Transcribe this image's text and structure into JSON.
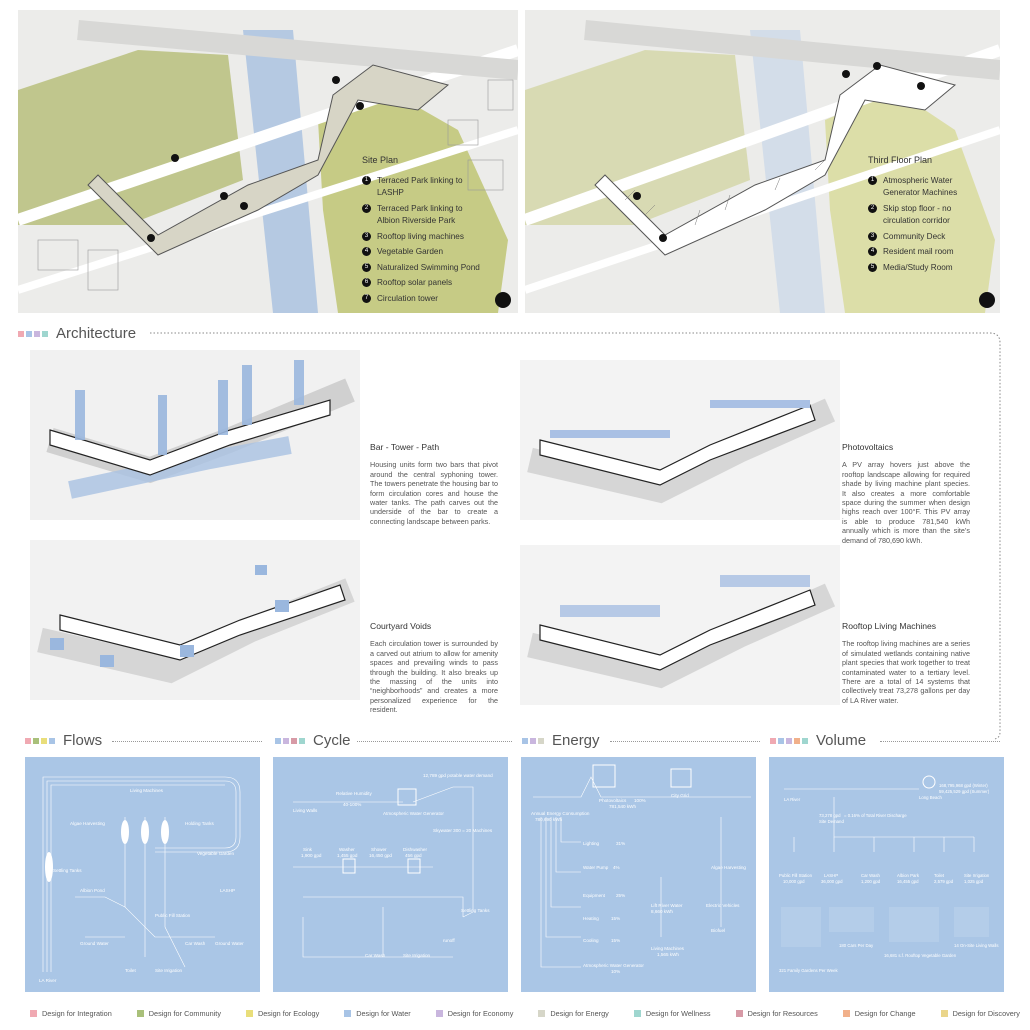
{
  "site_plan": {
    "title": "Site Plan",
    "items": [
      {
        "n": "1",
        "text": "Terraced Park linking to LASHP"
      },
      {
        "n": "2",
        "text": "Terraced Park linking to Albion Riverside Park"
      },
      {
        "n": "3",
        "text": "Rooftop living machines"
      },
      {
        "n": "4",
        "text": "Vegetable Garden"
      },
      {
        "n": "5",
        "text": "Naturalized Swimming Pond"
      },
      {
        "n": "6",
        "text": "Rooftop solar panels"
      },
      {
        "n": "7",
        "text": "Circulation tower"
      }
    ]
  },
  "third_floor": {
    "title": "Third Floor Plan",
    "items": [
      {
        "n": "1",
        "text": "Atmospheric Water Generator Machines"
      },
      {
        "n": "2",
        "text": "Skip stop floor - no circulation corridor"
      },
      {
        "n": "3",
        "text": "Community Deck"
      },
      {
        "n": "4",
        "text": "Resident mail room"
      },
      {
        "n": "5",
        "text": "Media/Study Room"
      }
    ]
  },
  "sections": {
    "architecture": "Architecture",
    "flows": "Flows",
    "cycle": "Cycle",
    "energy": "Energy",
    "volume": "Volume"
  },
  "architecture": {
    "bar_tower": {
      "title": "Bar - Tower - Path",
      "body": "Housing units form two bars that pivot around the central syphoning tower. The towers penetrate the housing bar to form circulation cores and house the water tanks. The path carves out the underside of the bar to create a connecting landscape between parks."
    },
    "photovoltaics": {
      "title": "Photovoltaics",
      "body": "A PV array hovers just above the rooftop landscape allowing for required shade by living machine plant species. It also creates a more comfortable space during the summer when design highs reach over 100°F. This PV array is able to produce 781,540 kWh annually which is more than the site’s demand of 780,690 kWh."
    },
    "courtyard": {
      "title": "Courtyard Voids",
      "body": "Each circulation tower is surrounded by a carved out atrium to allow for amenity spaces and prevailing winds to pass through the building. It also breaks up the massing of the units into “neighborhoods” and creates a more personalized experience for the resident."
    },
    "rooftop": {
      "title": "Rooftop Living Machines",
      "body": "The rooftop living machines are a series of simulated wetlands containing native plant species that work together to treat contaminated water to a tertiary level. There are a total of 14 systems that collectively treat 73,278 gallons per day of LA River water."
    }
  },
  "flows": {
    "labels": [
      "Living Machines",
      "Algae Harvesting",
      "Holding Tanks",
      "Vegetable Garden",
      "Settling Tanks",
      "Albion Pond",
      "LASHP",
      "Public Fill Station",
      "Car Wash",
      "Ground Water",
      "Ground Water",
      "Toilet",
      "Site Irrigation",
      "LA River"
    ]
  },
  "cycle": {
    "labels": [
      "Living Walls",
      "Relative Humidity",
      "40-100%",
      "Atmospheric Water Generator",
      "12,789 gpd potable water demand",
      "Skywater 300 = 20 Machines",
      "Sink",
      "1,900 gpd",
      "Washer",
      "1,455 gpd",
      "Shower",
      "16,450 gpd",
      "Dishwasher",
      "456 gpd",
      "Settling Tanks",
      "Car Wash",
      "Site Irrigation",
      "runoff"
    ]
  },
  "energy": {
    "labels": [
      "Annual Energy Consumption",
      "780,690 kWh",
      "Photovoltaics",
      "100%",
      "781,540 kWh",
      "City Grid",
      "Lighting",
      "31%",
      "Water Pump",
      "4%",
      "Equipment",
      "25%",
      "Heating",
      "15%",
      "Cooling",
      "15%",
      "Lift River Water",
      "8,660 kWh",
      "Electric Vehicles",
      "Algae Harvesting",
      "Biofuel",
      "Living Machines",
      "1,565 kWh",
      "Atmospheric Water Generator",
      "10%"
    ]
  },
  "volume": {
    "labels": [
      "LA River",
      "Long Beach",
      "168,795,968 gpd (Winter)",
      "59,425,529 gpd (Summer)",
      "73,278 gpd",
      "Site Demand",
      "= 0.16% of Total River Discharge",
      "Public Fill Station",
      "10,000 gpd",
      "LASHP",
      "36,000 gpd",
      "Car Wash",
      "1,200 gpd",
      "Albion Park",
      "16,455 gpd",
      "Toilet",
      "2,579 gpd",
      "Site Irrigation",
      "1,025 gpd",
      "321 Family Gardens Per Week",
      "180 Cars Per Day",
      "16,681 s.f. Rooftop Vegetable Garden",
      "14 On-Site Living Walls"
    ]
  },
  "legend": [
    {
      "label": "Design for Integration",
      "color": "#f0a9b2"
    },
    {
      "label": "Design for Community",
      "color": "#a9c07a"
    },
    {
      "label": "Design for Ecology",
      "color": "#e9de7a"
    },
    {
      "label": "Design for Water",
      "color": "#a8c4e6"
    },
    {
      "label": "Design for Economy",
      "color": "#c9b6de"
    },
    {
      "label": "Design for Energy",
      "color": "#d6d6c8"
    },
    {
      "label": "Design for Wellness",
      "color": "#9fd6cf"
    },
    {
      "label": "Design for Resources",
      "color": "#d79aa6"
    },
    {
      "label": "Design for Change",
      "color": "#f1b08a"
    },
    {
      "label": "Design for Discovery",
      "color": "#ead58a"
    }
  ]
}
